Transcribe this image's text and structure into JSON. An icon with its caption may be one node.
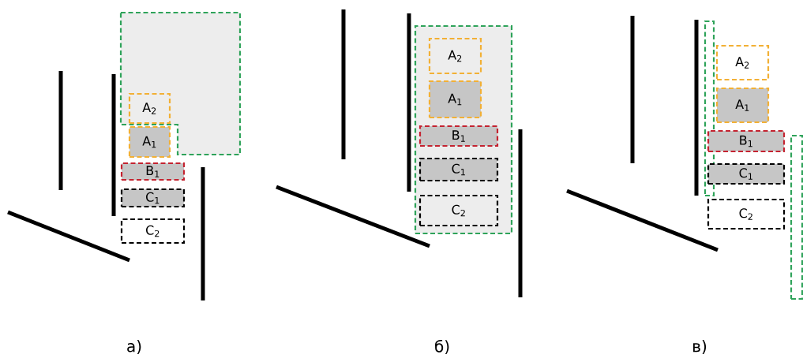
{
  "diagram": {
    "nodes": [
      {
        "text": [],
        "shape": "box"
      },
      {
        "text": [
          "A$_{2}$"
        ],
        "in": 0
      },
      {
        "text": [
          "A$_{1}$"
        ]
      },
      {
        "text": [
          "B$_{1}$"
        ]
      },
      {
        "text": [
          "C$_{1}$"
        ]
      },
      {
        "text": [
          "C$_{2}$"
        ]
      },
      {
        "text": [],
        "shape": "box"
      },
      {
        "text": [
          "A$_{2}$"
        ],
        "in": 6
      },
      {
        "text": [
          "A$_{1}$"
        ],
        "in": 6
      },
      {
        "text": [
          "B$_{1}$"
        ],
        "in": 6
      },
      {
        "text": [
          "C$_{1}$"
        ],
        "in": 6
      },
      {
        "text": [
          "C$_{2}$"
        ],
        "in": 6
      },
      {
        "text": [],
        "shape": "box"
      },
      {
        "text": [
          "A$_{2}$"
        ]
      },
      {
        "text": [
          "A$_{1}$"
        ]
      },
      {
        "text": [
          "B$_{1}$"
        ]
      },
      {
        "text": [
          "C$_{1}$"
        ]
      },
      {
        "text": [
          "C$_{2}$"
        ]
      },
      {
        "text": [],
        "shape": "box"
      }
    ],
    "labels": [
      "а)",
      "б)",
      "в)"
    ]
  }
}
